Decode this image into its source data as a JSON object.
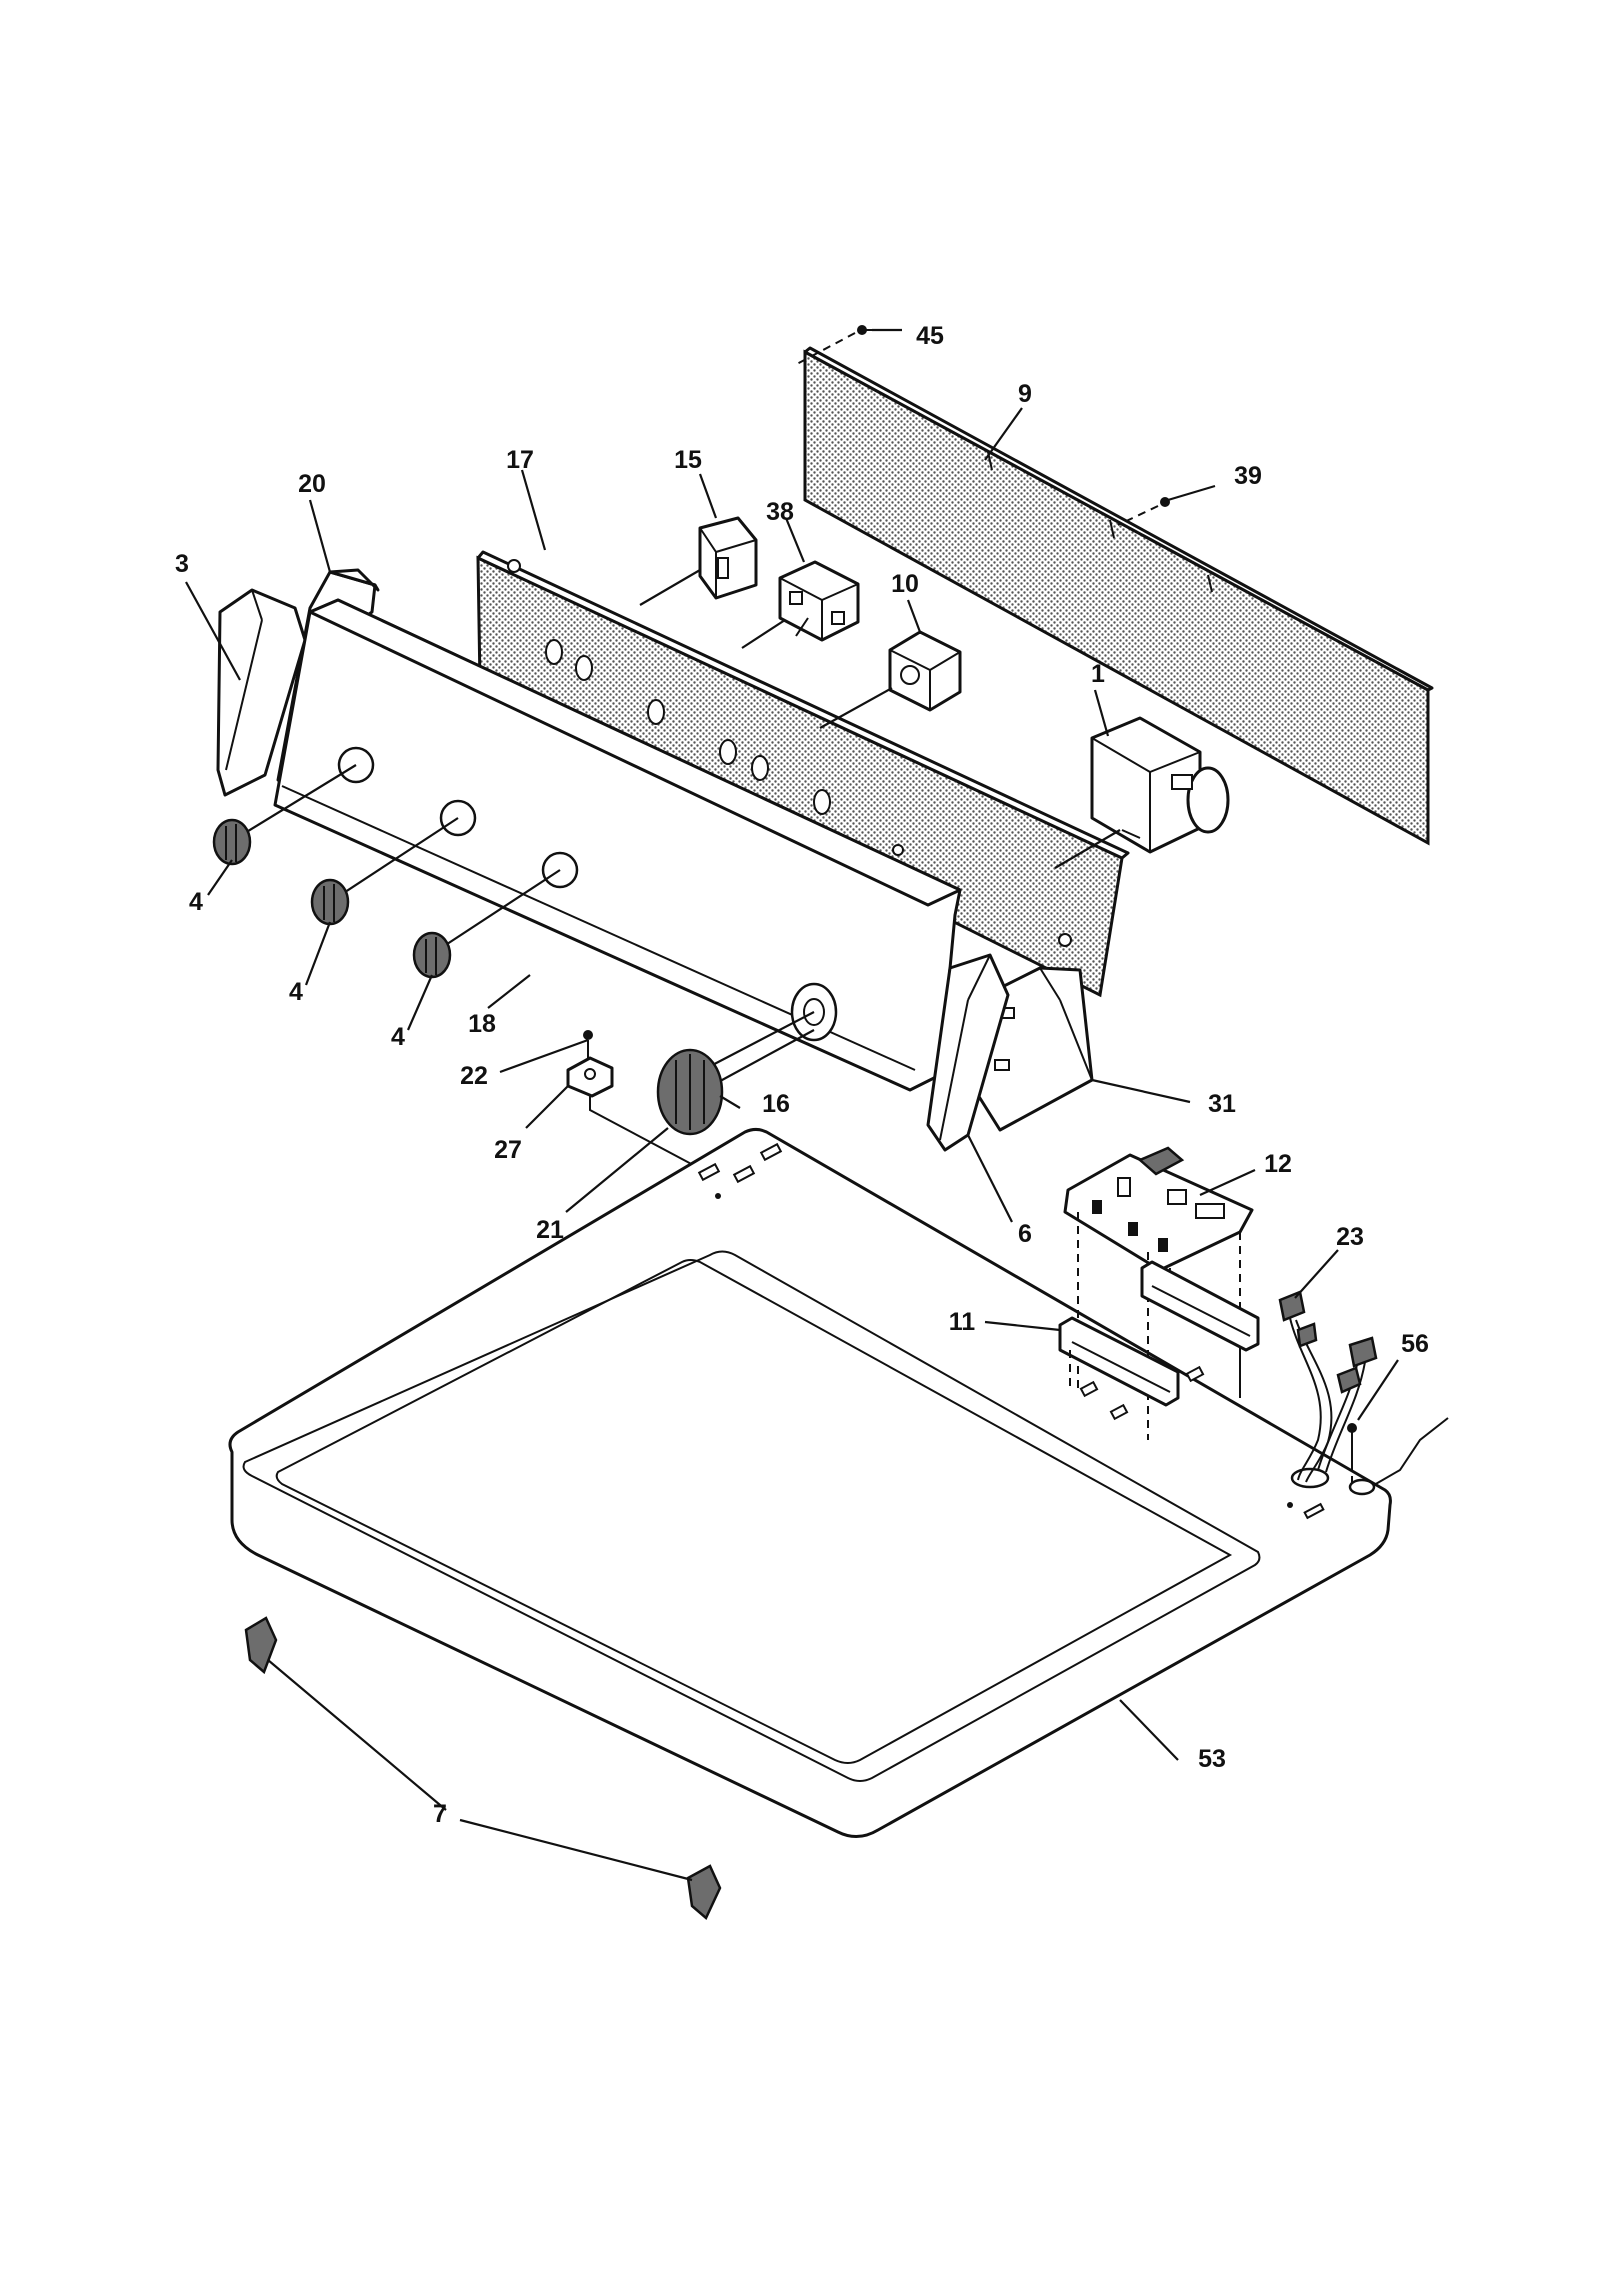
{
  "callouts": {
    "c1": "1",
    "c3": "3",
    "c4a": "4",
    "c4b": "4",
    "c4c": "4",
    "c6": "6",
    "c7": "7",
    "c9": "9",
    "c10": "10",
    "c11": "11",
    "c12": "12",
    "c15": "15",
    "c16": "16",
    "c17": "17",
    "c18": "18",
    "c20": "20",
    "c21": "21",
    "c22": "22",
    "c23": "23",
    "c27": "27",
    "c31": "31",
    "c38": "38",
    "c39": "39",
    "c45": "45",
    "c53": "53",
    "c56": "56"
  }
}
